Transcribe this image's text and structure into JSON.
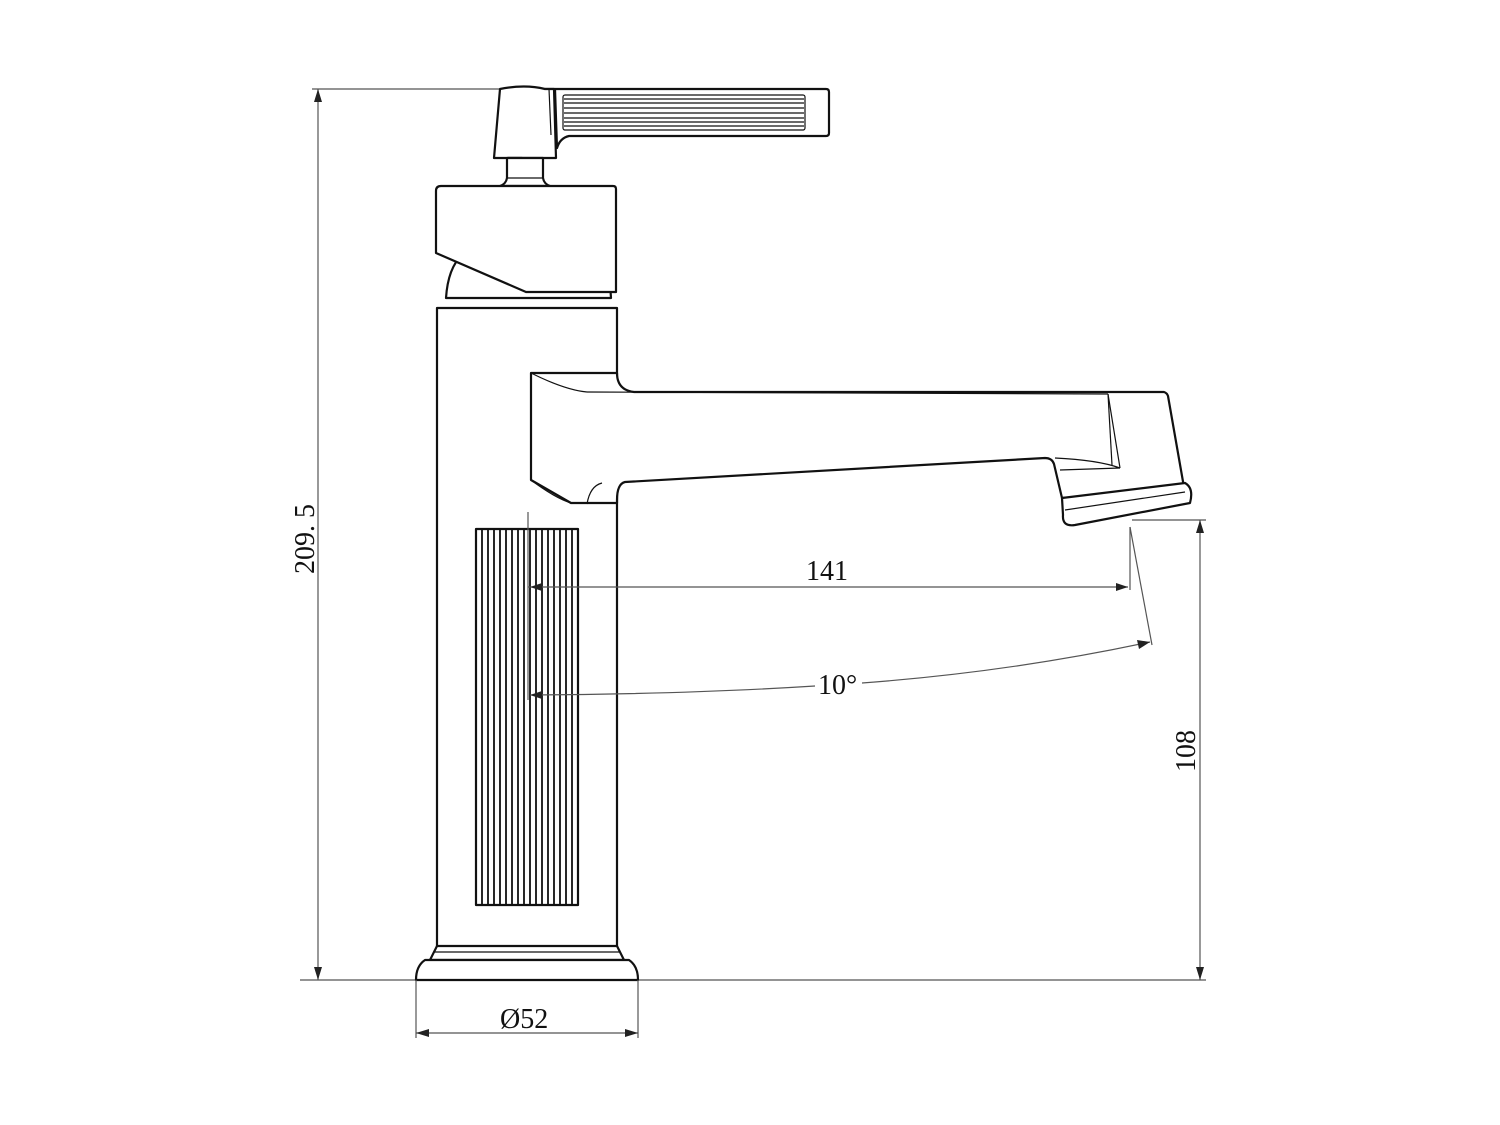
{
  "drawing": {
    "subject": "Basin faucet side elevation",
    "line_color": "#111111",
    "dimension_color": "#555555",
    "background": "#ffffff"
  },
  "dimensions": {
    "overall_height": {
      "label": "209. 5",
      "value": 209.5,
      "orientation": "vertical"
    },
    "spout_reach": {
      "label": "141",
      "value": 141,
      "orientation": "horizontal"
    },
    "spout_swivel_angle": {
      "label": "10°",
      "value": 10,
      "unit": "deg"
    },
    "spout_outlet_height": {
      "label": "108",
      "value": 108,
      "orientation": "vertical"
    },
    "base_diameter": {
      "label": "Ø52",
      "value": 52,
      "symbol": "diameter"
    }
  },
  "parts": [
    {
      "name": "lever-handle"
    },
    {
      "name": "handle-stem"
    },
    {
      "name": "cartridge-housing"
    },
    {
      "name": "faucet-body"
    },
    {
      "name": "fluted-grip"
    },
    {
      "name": "spout"
    },
    {
      "name": "aerator-outlet"
    },
    {
      "name": "base-ring"
    }
  ]
}
